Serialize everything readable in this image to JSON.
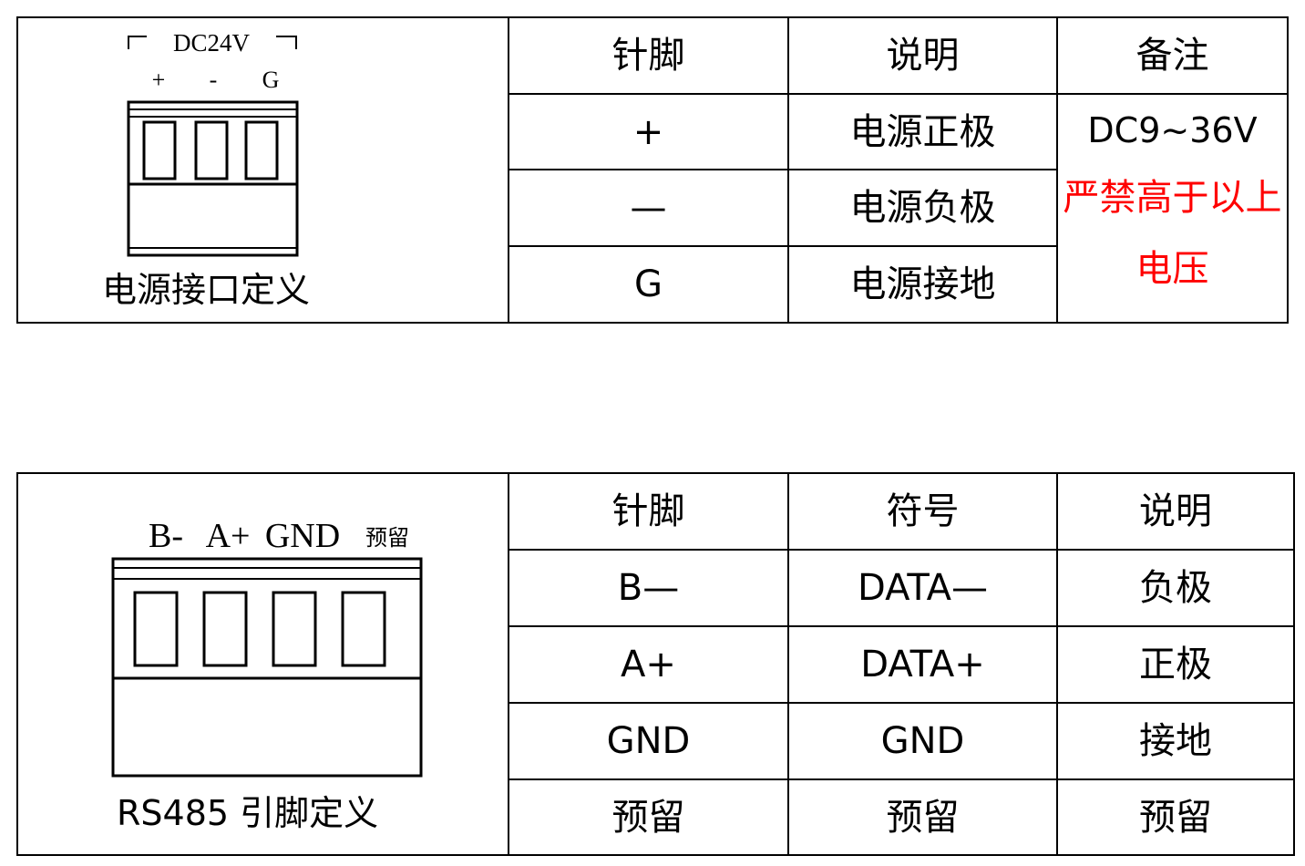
{
  "power_table": {
    "figure_label": "DC24V",
    "figure_pins": [
      "+",
      "-",
      "G"
    ],
    "caption": "电源接口定义",
    "headers": [
      "针脚",
      "说明",
      "备注"
    ],
    "rows": [
      {
        "pin": "+",
        "desc": "电源正极"
      },
      {
        "pin": "—",
        "desc": "电源负极"
      },
      {
        "pin": "G",
        "desc": "电源接地"
      }
    ],
    "remark_voltage": "DC9~36V",
    "remark_warning": "严禁高于以上电压",
    "warning_color": "#ff0000"
  },
  "rs485_table": {
    "figure_pins": [
      "B-",
      "A+",
      "GND",
      "预留"
    ],
    "caption": "RS485 引脚定义",
    "headers": [
      "针脚",
      "符号",
      "说明"
    ],
    "rows": [
      {
        "pin": "B—",
        "symbol": "DATA—",
        "desc": "负极"
      },
      {
        "pin": "A+",
        "symbol": "DATA+",
        "desc": "正极"
      },
      {
        "pin": "GND",
        "symbol": "GND",
        "desc": "接地"
      },
      {
        "pin": "预留",
        "symbol": "预留",
        "desc": "预留"
      }
    ]
  }
}
